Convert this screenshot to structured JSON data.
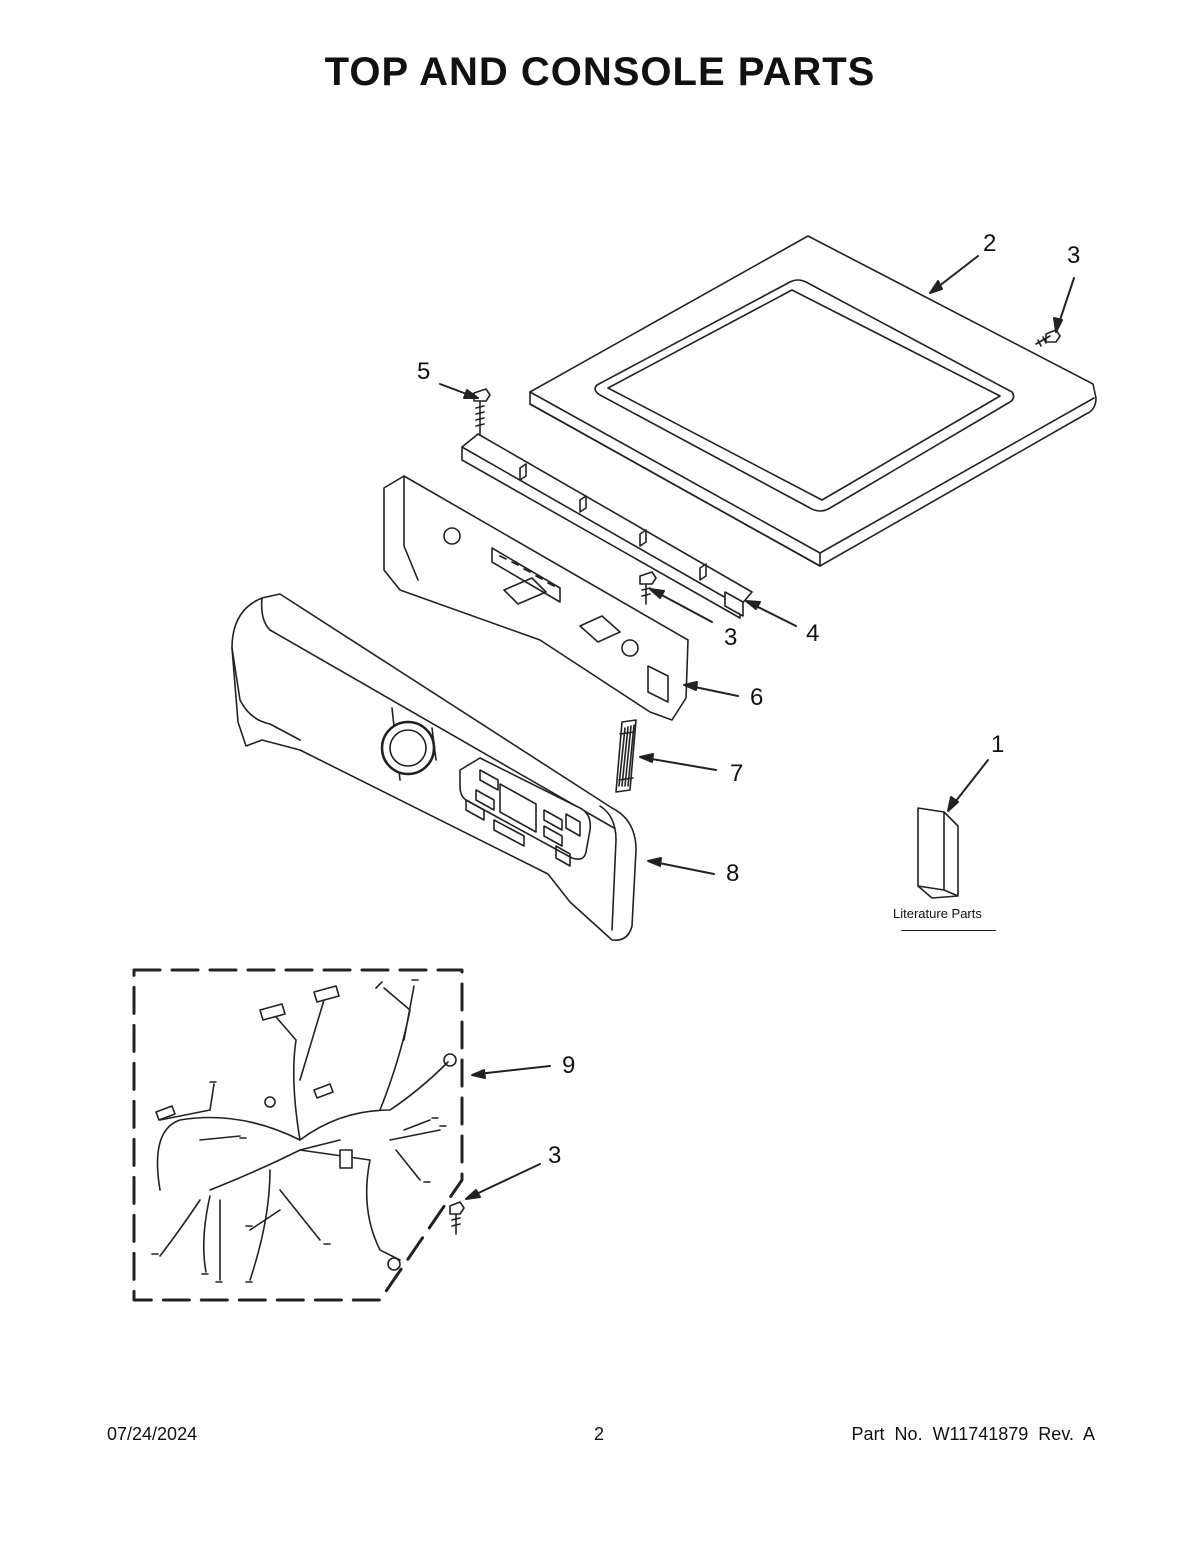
{
  "title": "TOP AND CONSOLE PARTS",
  "callouts": [
    "2",
    "3",
    "5",
    "3",
    "4",
    "6",
    "1",
    "7",
    "8",
    "9",
    "3"
  ],
  "literature_label": "Literature Parts",
  "footer": {
    "date": "07/24/2024",
    "page": "2",
    "part": "Part No.  W11741879  Rev.  A"
  }
}
